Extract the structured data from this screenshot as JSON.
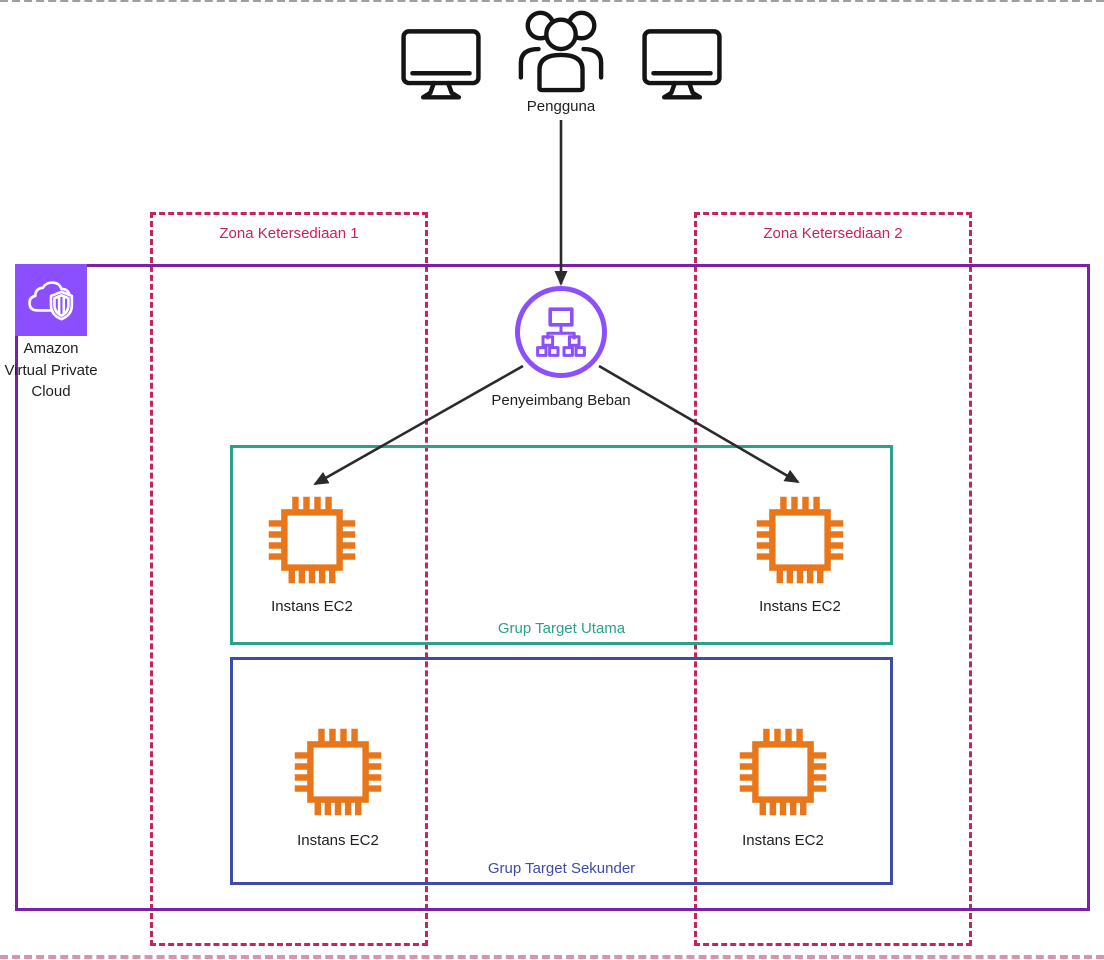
{
  "users": {
    "label": "Pengguna"
  },
  "vpc": {
    "label": "Amazon Virtual Private Cloud"
  },
  "load_balancer": {
    "label": "Penyeimbang Beban"
  },
  "zones": [
    {
      "label": "Zona Ketersediaan 1"
    },
    {
      "label": "Zona Ketersediaan 2"
    }
  ],
  "target_groups": [
    {
      "label": "Grup Target Utama"
    },
    {
      "label": "Grup Target Sekunder"
    }
  ],
  "instances": [
    {
      "label": "Instans EC2"
    },
    {
      "label": "Instans EC2"
    },
    {
      "label": "Instans EC2"
    },
    {
      "label": "Instans EC2"
    }
  ],
  "icons": {
    "monitor_left": "monitor-icon",
    "monitor_right": "monitor-icon",
    "users": "user-group-icon",
    "vpc": "cloud-shield-icon",
    "load_balancer": "load-balancer-tree-icon",
    "instance": "ec2-chip-icon"
  },
  "colors": {
    "aws_purple": "#8C4FFF",
    "vpc_border": "#7B21A8",
    "zone_magenta": "#C7235C",
    "target_primary_teal": "#2BA08A",
    "target_secondary_navy": "#3D4CA8",
    "ec2_orange": "#E8761B",
    "arrow_black": "#2B2B2B"
  }
}
